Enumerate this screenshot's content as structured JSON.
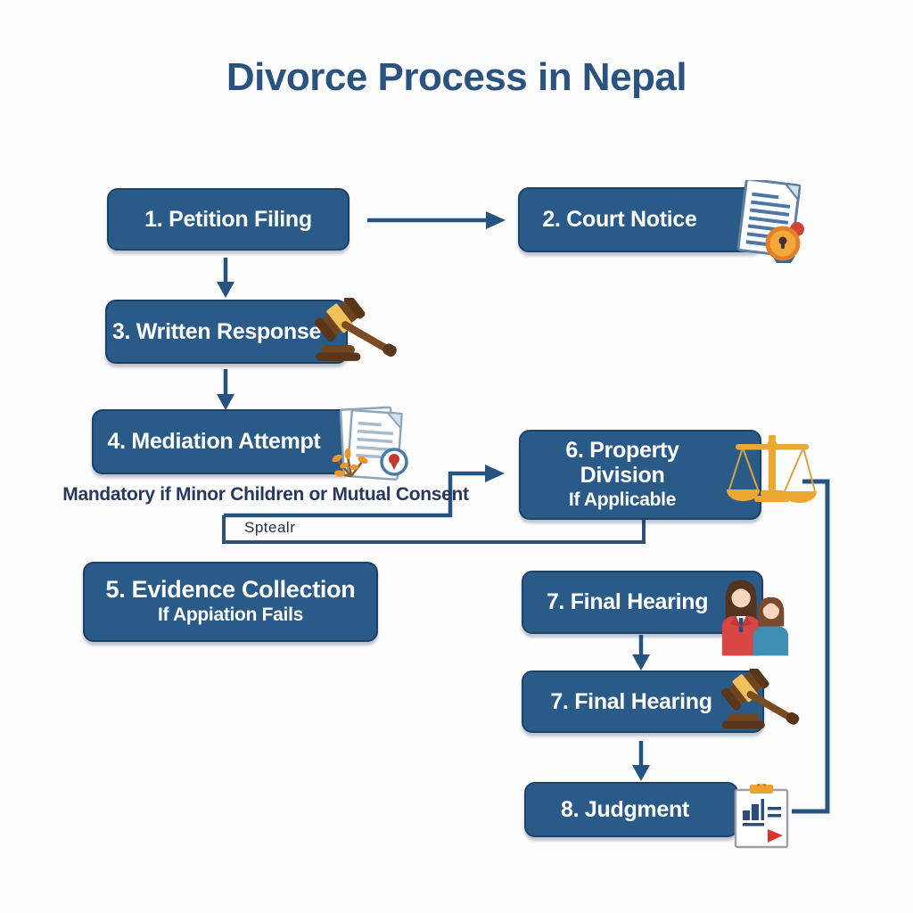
{
  "title": "Divorce Process in Nepal",
  "colors": {
    "box_fill": "#2a5a87",
    "box_border": "#1d4265",
    "box_text": "#ffffff",
    "arrow": "#27547f",
    "title_text": "#2b5380",
    "note_text": "#27395e",
    "scales_gold": "#eda832",
    "seal_orange": "#e8852f",
    "seal_red": "#cc4536",
    "gavel_brown": "#6e431f",
    "gavel_gold": "#f0c05a"
  },
  "nodes": [
    {
      "id": "petition-filing",
      "label": "1. Petition Filing"
    },
    {
      "id": "court-notice",
      "label": "2. Court Notice",
      "icon": "notice-document-icon"
    },
    {
      "id": "written-response",
      "label": "3. Written Response",
      "icon": "gavel-icon"
    },
    {
      "id": "mediation-attempt",
      "label": "4. Mediation Attempt",
      "icon": "mediation-document-icon"
    },
    {
      "id": "evidence-collection",
      "label": "5. Evidence Collection",
      "sublabel": "If Appiation Fails"
    },
    {
      "id": "property-division",
      "label": "6. Property Division",
      "sublabel": "If Applicable",
      "icon": "scales-of-justice-icon"
    },
    {
      "id": "final-hearing-1",
      "label": "7. Final Hearing",
      "icon": "couple-icon"
    },
    {
      "id": "final-hearing-2",
      "label": "7. Final Hearing",
      "icon": "gavel-icon"
    },
    {
      "id": "judgment",
      "label": "8. Judgment",
      "icon": "judgment-clipboard-icon"
    }
  ],
  "annotations": {
    "mediation_note": "Mandatory if Minor Children or Mutual Consent",
    "connector_label": "Sptealr"
  },
  "edges": [
    {
      "from": "petition-filing",
      "to": "court-notice",
      "style": "arrow-right"
    },
    {
      "from": "petition-filing",
      "to": "written-response",
      "style": "arrow-down"
    },
    {
      "from": "written-response",
      "to": "mediation-attempt",
      "style": "arrow-down"
    },
    {
      "from": "mediation-attempt",
      "to": "property-division",
      "style": "elbow-arrow-right"
    },
    {
      "from": "property-division",
      "to": "evidence-collection",
      "style": "elbow-line-loopback"
    },
    {
      "from": "property-division",
      "to": "judgment",
      "style": "elbow-line-right-side"
    },
    {
      "from": "final-hearing-1",
      "to": "final-hearing-2",
      "style": "arrow-down"
    },
    {
      "from": "final-hearing-2",
      "to": "judgment",
      "style": "arrow-down"
    }
  ]
}
